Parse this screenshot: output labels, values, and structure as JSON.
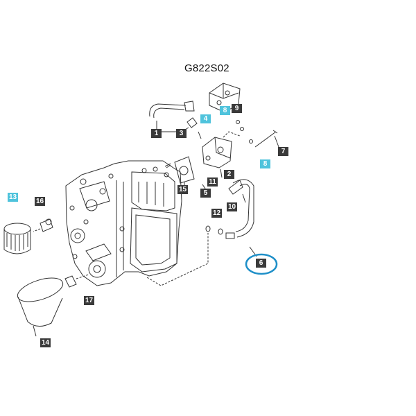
{
  "diagram": {
    "title": "G822S02",
    "colors": {
      "callout_dark": "#3a3a3a",
      "callout_highlight": "#4fc3dc",
      "ring_highlight": "#1e8fc8",
      "line": "#333333"
    },
    "callouts": [
      {
        "id": "1",
        "label": "1",
        "highlight": false
      },
      {
        "id": "2",
        "label": "2",
        "highlight": false
      },
      {
        "id": "3",
        "label": "3",
        "highlight": false
      },
      {
        "id": "4",
        "label": "4",
        "highlight": true
      },
      {
        "id": "5",
        "label": "5",
        "highlight": false
      },
      {
        "id": "6",
        "label": "6",
        "highlight": false,
        "circled": true
      },
      {
        "id": "7",
        "label": "7",
        "highlight": false
      },
      {
        "id": "8a",
        "label": "8",
        "highlight": true
      },
      {
        "id": "8b",
        "label": "8",
        "highlight": true
      },
      {
        "id": "9",
        "label": "9",
        "highlight": false
      },
      {
        "id": "10",
        "label": "10",
        "highlight": false
      },
      {
        "id": "11",
        "label": "11",
        "highlight": false
      },
      {
        "id": "12",
        "label": "12",
        "highlight": false
      },
      {
        "id": "13",
        "label": "13",
        "highlight": true
      },
      {
        "id": "14",
        "label": "14",
        "highlight": false
      },
      {
        "id": "15",
        "label": "15",
        "highlight": false
      },
      {
        "id": "16",
        "label": "16",
        "highlight": false
      },
      {
        "id": "17",
        "label": "17",
        "highlight": false
      }
    ]
  }
}
